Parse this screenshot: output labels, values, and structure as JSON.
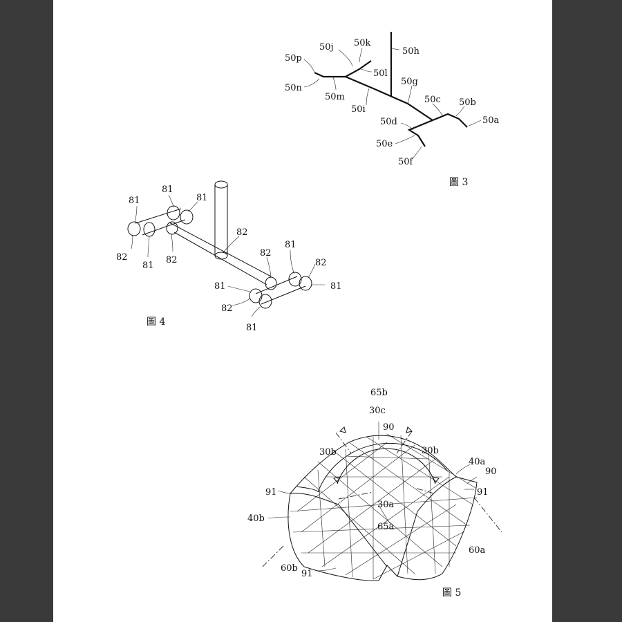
{
  "figures": [
    {
      "caption": "圖 3",
      "labels": [
        "50a",
        "50b",
        "50c",
        "50d",
        "50e",
        "50f",
        "50g",
        "50h",
        "50i",
        "50j",
        "50k",
        "50l",
        "50m",
        "50n",
        "50p"
      ]
    },
    {
      "caption": "圖 4",
      "labels": [
        "81",
        "82"
      ]
    },
    {
      "caption": "圖 5",
      "labels": [
        "65b",
        "30c",
        "90",
        "30b",
        "40a",
        "91",
        "30a",
        "40b",
        "65a",
        "60a",
        "60b"
      ]
    }
  ],
  "colors": {
    "background": "#3a3a3a",
    "page": "#ffffff",
    "ink": "#111111"
  }
}
